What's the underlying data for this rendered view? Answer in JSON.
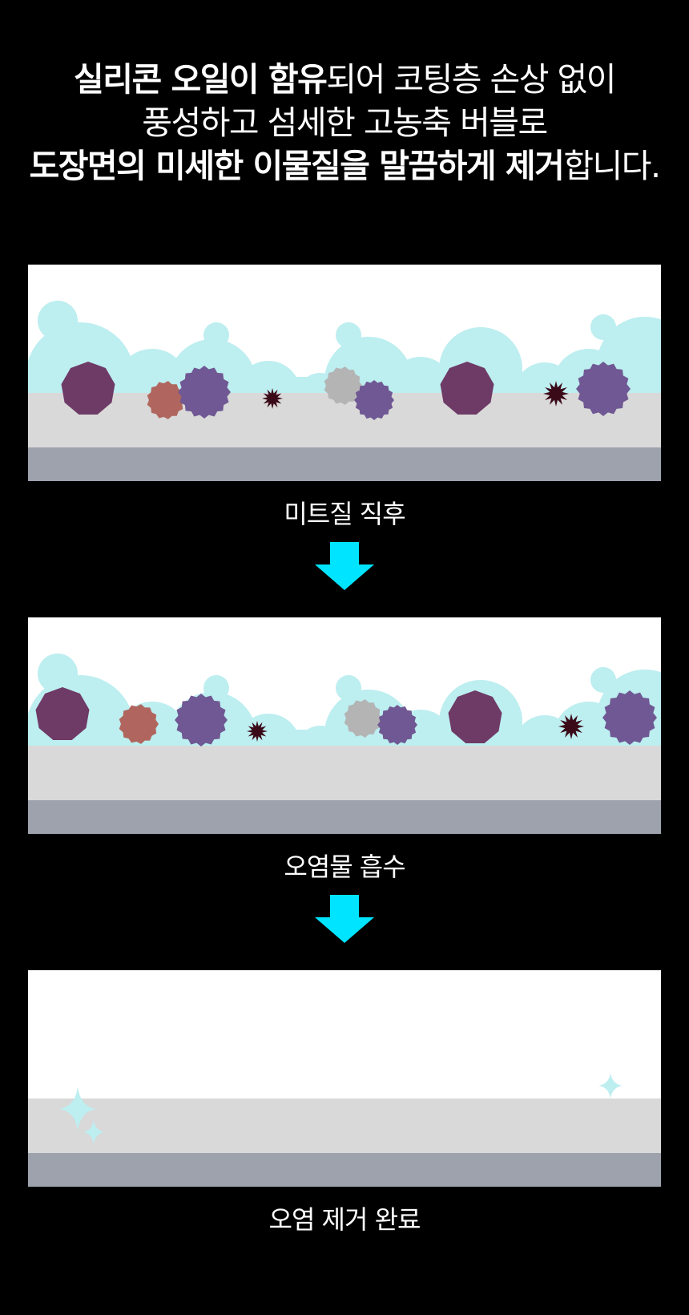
{
  "headline": {
    "line1": {
      "bold": "실리콘 오일이 함유",
      "regular": "되어 코팅층 손상 없이"
    },
    "line2": {
      "regular": "풍성하고 섬세한 고농축 버블로"
    },
    "line3": {
      "bold": "도장면의 미세한 이물질을 말끔하게 제거",
      "regular": "합니다."
    }
  },
  "steps": [
    {
      "caption": "미트질 직후"
    },
    {
      "caption": "오염물 흡수"
    },
    {
      "caption": "오염 제거 완료"
    }
  ],
  "colors": {
    "background": "#000000",
    "panel_sky": "#ffffff",
    "foam": "#bdeef0",
    "surface_top": "#d9d9d9",
    "surface_base": "#9ea2ad",
    "arrow": "#00e4ff",
    "sparkle": "#bdeef0",
    "dirt_plum": "#6e3a66",
    "dirt_brick": "#b0665e",
    "dirt_violet": "#6f5893",
    "dirt_gray": "#b4b4b4",
    "dirt_dark": "#3b0a19"
  },
  "icons": {
    "arrow": "down-arrow-icon",
    "sparkle": "sparkle-icon",
    "dirt": "dirt-particle-icon"
  }
}
